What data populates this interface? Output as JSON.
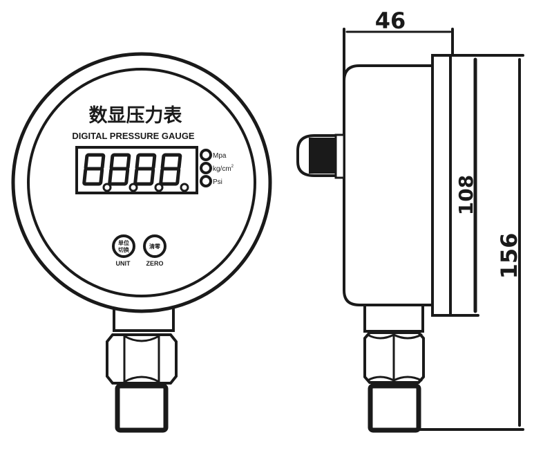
{
  "front_view": {
    "title_cn": "数显压力表",
    "title_en": "DIGITAL PRESSURE GAUGE",
    "display": {
      "digits": "8.8.8.8."
    },
    "unit_indicators": [
      {
        "label": "Mpa",
        "superscript": ""
      },
      {
        "label": "kg/cm",
        "superscript": "2"
      },
      {
        "label": "Psi",
        "superscript": ""
      }
    ],
    "buttons": [
      {
        "label_cn_line1": "单位",
        "label_cn_line2": "切换",
        "label_en": "UNIT"
      },
      {
        "label_cn_line1": "清零",
        "label_cn_line2": "",
        "label_en": "ZERO"
      }
    ]
  },
  "side_view": {
    "dimensions": {
      "depth": "46",
      "case_height": "108",
      "total_height": "156"
    }
  },
  "colors": {
    "line": "#1a1a1a",
    "background": "#ffffff"
  }
}
